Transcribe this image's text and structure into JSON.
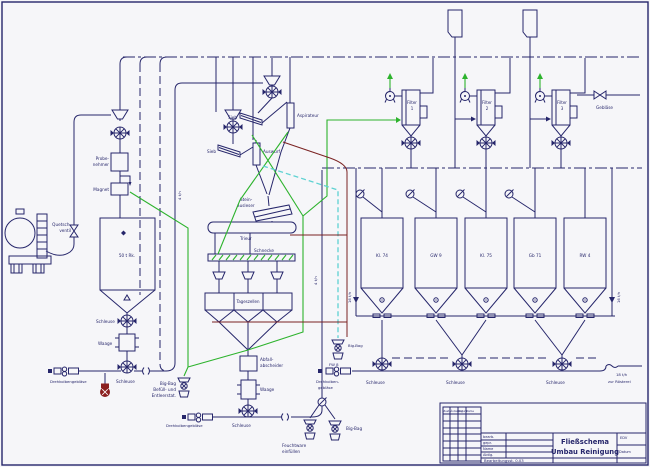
{
  "diagram": {
    "labels": {
      "quetsch1": "Quetsch-",
      "quetsch2": "ventil",
      "probe1": "Probe-",
      "probe2": "nehmer",
      "magnet": "Magnet",
      "silo_links": "50 t Rk.",
      "schleuse": "Schleuse",
      "waage": "Waage",
      "drehkolben": "Drehkolbengebläse",
      "drehkolben1": "Drehkolben-",
      "drehkolben2": "gebläse",
      "sieb": "Sieb",
      "aspirateur": "Aspirateur",
      "auswurf": "Auswurf",
      "stein1": "Stein-",
      "stein2": "ausleser",
      "trieur": "Trieur",
      "schnecke": "Schnecke",
      "tageszellen": "Tageszellen",
      "abfall1": "Abfall-",
      "abfall2": "abscheider",
      "bigbag_station1": "Big-Bag",
      "bigbag_station2": "Befüll- und",
      "bigbag_station3": "Entleerstat.",
      "feucht1": "Feuchtware",
      "feucht2": "einfüllen",
      "bigbag": "Big-Bag",
      "fw8": "FW 8",
      "geblaese": "Gebläse"
    },
    "filters": {
      "label": "Filter",
      "numbers": [
        "1",
        "2",
        "3"
      ]
    },
    "silos": [
      "Kl. 74",
      "GW 9",
      "Kl. 75",
      "Gb 71",
      "RW 4"
    ],
    "flows": {
      "f4": "4 t/h",
      "f16": "16 t/h",
      "f18": "18 t/h",
      "dest": "zur Rösterei"
    },
    "title_block": {
      "title1": "Fließschema",
      "title2": "Umbau Reinigung",
      "note": "Bearbeitungsst. 0.03",
      "rows": [
        "bearb.",
        "gepr.",
        "Name",
        "Abtlg."
      ],
      "rev_header": [
        "Zust.",
        "Änderung",
        "Datum",
        "Name"
      ],
      "edv": "EDV",
      "datum": "Datum"
    },
    "colors": {
      "line": "#26266b",
      "green": "#2db32d",
      "cyan": "#5ed2d2",
      "maroon": "#7a2222",
      "red": "#8b1f1f"
    }
  }
}
